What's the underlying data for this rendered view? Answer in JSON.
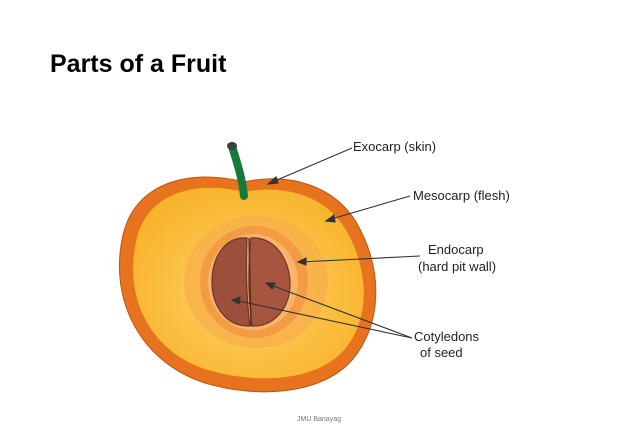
{
  "title": "Parts of a Fruit",
  "labels": {
    "exocarp": "Exocarp (skin)",
    "mesocarp": "Mesocarp (flesh)",
    "endocarp_line1": "Endocarp",
    "endocarp_line2": "(hard pit wall)",
    "cotyledons_line1": "Cotyledons",
    "cotyledons_line2": "of seed"
  },
  "footer": "JMU Banayag",
  "colors": {
    "skin": "#e8731e",
    "flesh": "#fbb62a",
    "endocarp": "#f6a94a",
    "seed": "#9c4f3a",
    "stem": "#177a3a"
  }
}
